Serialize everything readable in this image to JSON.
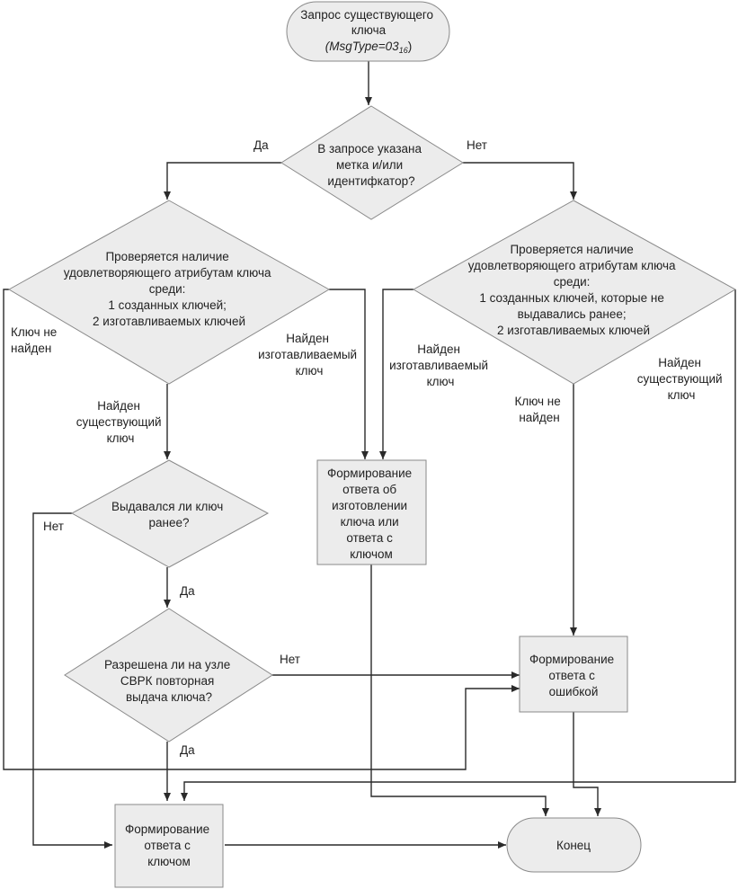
{
  "title": "Запрос существующего ключа",
  "nodes": {
    "start": {
      "lines": [
        "Запрос существующего",
        "ключа"
      ],
      "msgtype_prefix": "(MsgType=03",
      "msgtype_sub": "16",
      "msgtype_suffix": ")"
    },
    "decision_label": {
      "lines": [
        "В запросе указана",
        "метка и/или",
        "идентифкатор?"
      ]
    },
    "check_left": {
      "lines": [
        "Проверяется наличие",
        "удовлетворяющего атрибутам ключа",
        "среди:",
        "1 созданных ключей;",
        "2 изготавливаемых ключей"
      ]
    },
    "check_right": {
      "lines": [
        "Проверяется наличие",
        "удовлетворяющего атрибутам ключа",
        "среди:",
        "1 созданных ключей, которые не",
        "выдавались ранее;",
        "2 изготавливаемых ключей"
      ]
    },
    "issued_before": {
      "lines": [
        "Выдавался ли ключ",
        "ранее?"
      ]
    },
    "reissue_allowed": {
      "lines": [
        "Разрешена ли на узле",
        "СВРК повторная",
        "выдача ключа?"
      ]
    },
    "response_manufacture": {
      "lines": [
        "Формирование",
        "ответа об",
        "изготовлении",
        "ключа или",
        "ответа с",
        "ключом"
      ]
    },
    "response_error": {
      "lines": [
        "Формирование",
        "ответа с",
        "ошибкой"
      ]
    },
    "response_key": {
      "lines": [
        "Формирование",
        "ответа с",
        "ключом"
      ]
    },
    "end": {
      "lines": [
        "Конец"
      ]
    }
  },
  "edge_labels": {
    "yes_top": "Да",
    "no_top": "Нет",
    "left_not_found": [
      "Ключ не",
      "найден"
    ],
    "left_found_manufactured": [
      "Найден",
      "изготавливаемый",
      "ключ"
    ],
    "left_found_existing": [
      "Найден",
      "существующий",
      "ключ"
    ],
    "right_found_manufactured": [
      "Найден",
      "изготавливаемый",
      "ключ"
    ],
    "right_not_found": [
      "Ключ не",
      "найден"
    ],
    "right_found_existing": [
      "Найден",
      "существующий",
      "ключ"
    ],
    "issued_no": "Нет",
    "issued_yes": "Да",
    "reissue_no": "Нет",
    "reissue_yes": "Да"
  }
}
